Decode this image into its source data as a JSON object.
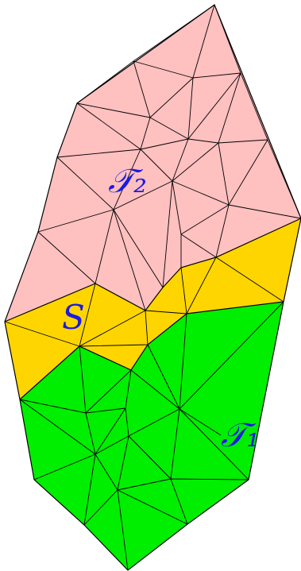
{
  "labels": {
    "t2": "𝒯₂",
    "s": "S",
    "t1": "𝒯₁"
  },
  "colors": {
    "t2_region": "#ffc0c0",
    "s_region": "#ffd500",
    "t1_region": "#00ee00",
    "label": "#1a1ae6",
    "edge": "#000000"
  }
}
